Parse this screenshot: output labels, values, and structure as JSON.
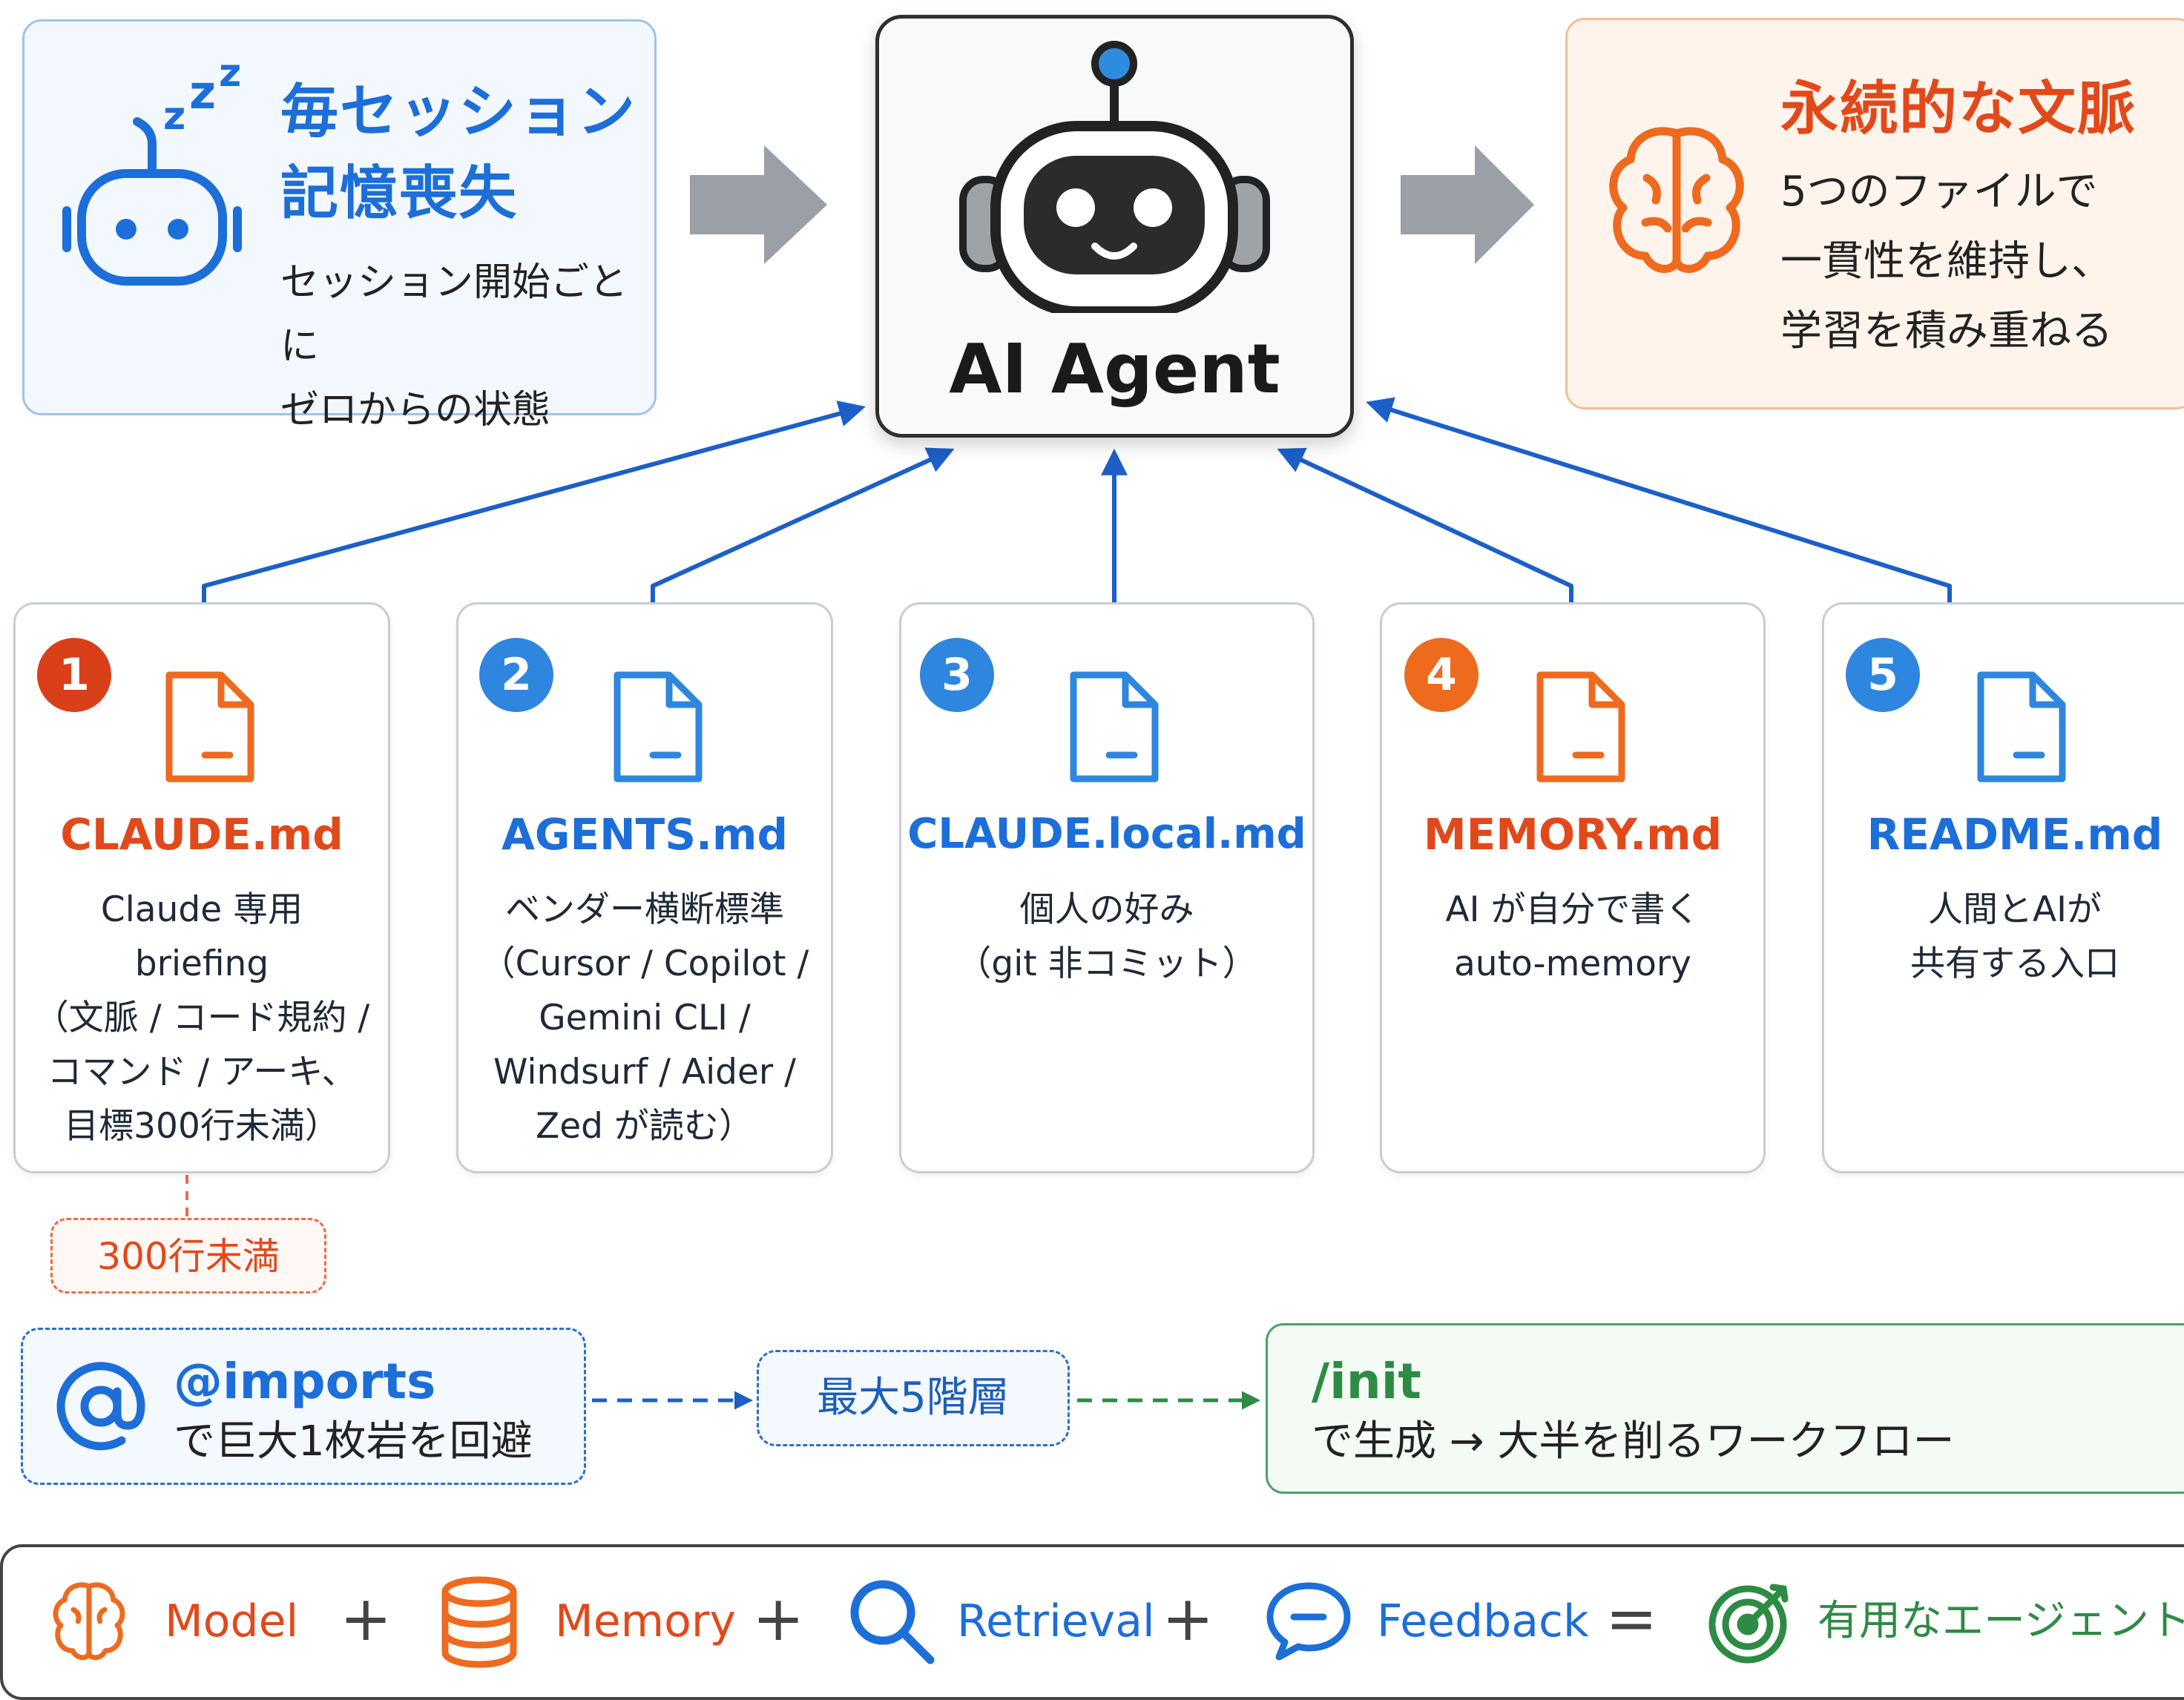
{
  "colors": {
    "blue": "#1c6ed8",
    "orange": "#ee6a1f",
    "red": "#e2491a",
    "green": "#2e8b43",
    "arrow_gray": "#9aa0a6",
    "arrow_blue": "#1c5fc8"
  },
  "amnesia": {
    "title_line1": "毎セッション",
    "title_line2": "記憶喪失",
    "desc_line1": "セッション開始ごとに",
    "desc_line2": "ゼロからの状態",
    "icon": "sleeping-robot-icon"
  },
  "agent": {
    "label": "AI Agent",
    "icon": "robot-icon"
  },
  "persist": {
    "title": "永続的な文脈",
    "desc_line1": "5つのファイルで",
    "desc_line2": "一貫性を維持し、",
    "desc_line3": "学習を積み重ねる",
    "icon": "brain-icon"
  },
  "files": [
    {
      "number": "1",
      "name": "CLAUDE.md",
      "desc": [
        "Claude 専用",
        "briefing",
        "（文脈 / コード規約 /",
        "コマンド / アーキ、",
        "目標300行未満）"
      ],
      "color": "#e2491a",
      "icon": "document-icon"
    },
    {
      "number": "2",
      "name": "AGENTS.md",
      "desc": [
        "ベンダー横断標準",
        "（Cursor / Copilot /",
        "Gemini CLI /",
        "Windsurf / Aider /",
        "Zed が読む）"
      ],
      "color": "#1c6ed8",
      "icon": "document-icon"
    },
    {
      "number": "3",
      "name": "CLAUDE.local.md",
      "desc": [
        "個人の好み",
        "（git 非コミット）"
      ],
      "color": "#1c6ed8",
      "icon": "document-icon"
    },
    {
      "number": "4",
      "name": "MEMORY.md",
      "desc": [
        "AI が自分で書く",
        "auto-memory"
      ],
      "color": "#e2491a",
      "icon": "document-icon"
    },
    {
      "number": "5",
      "name": "README.md",
      "desc": [
        "人間とAIが",
        "共有する入口"
      ],
      "color": "#1c6ed8",
      "icon": "document-icon"
    }
  ],
  "limit_tag": "300行未満",
  "imports": {
    "title": "@imports",
    "desc": "で巨大1枚岩を回避",
    "icon": "at-sign-icon"
  },
  "max_depth": "最大5階層",
  "init": {
    "title": "/init",
    "desc": "で生成 → 大半を削るワークフロー"
  },
  "formula": {
    "model": "Model",
    "memory": "Memory",
    "retrieval": "Retrieval",
    "feedback": "Feedback",
    "result": "有用なエージェント",
    "plus": "+",
    "equals": "="
  }
}
